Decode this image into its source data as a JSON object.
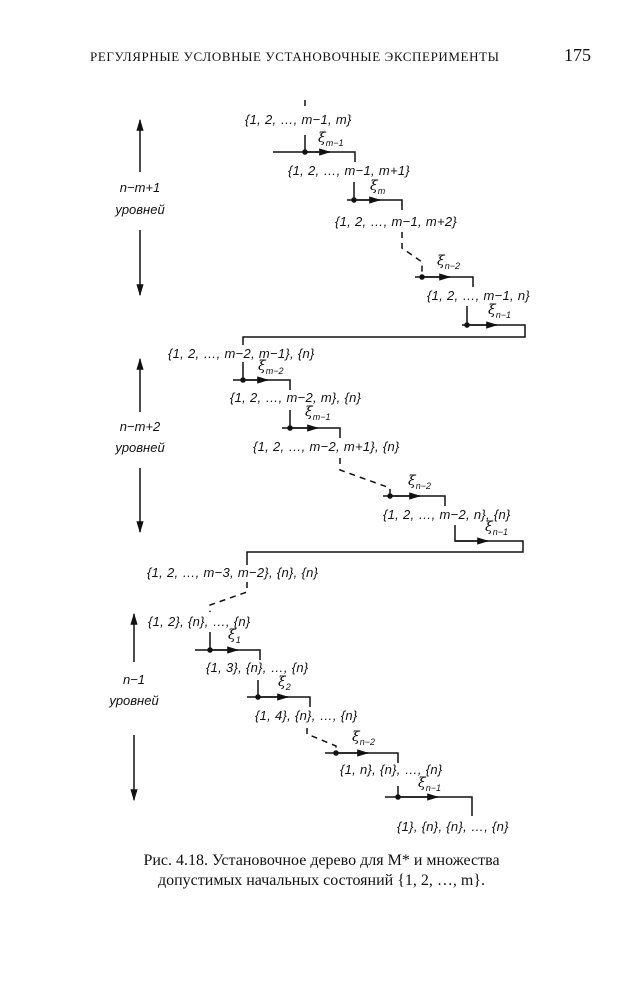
{
  "header": {
    "running_title": "РЕГУЛЯРНЫЕ УСЛОВНЫЕ УСТАНОВОЧНЫЕ ЭКСПЕРИМЕНТЫ",
    "page_number": "175"
  },
  "levels": [
    {
      "count": "n−m+1",
      "word": "уровней"
    },
    {
      "count": "n−m+2",
      "word": "уровней"
    },
    {
      "count": "n−1",
      "word": "уровней"
    }
  ],
  "nodes": [
    "{1, 2, …, m−1, m}",
    "{1, 2, …, m−1, m+1}",
    "{1, 2, …, m−1, m+2}",
    "{1, 2, …, m−1, n}",
    "{1, 2, …, m−2, m−1}, {n}",
    "{1, 2, …, m−2, m}, {n}",
    "{1, 2, …, m−2, m+1}, {n}",
    "{1, 2, …, m−2, n}, {n}",
    "{1, 2, …, m−3, m−2}, {n}, {n}",
    "{1, 2}, {n}, …, {n}",
    "{1, 3}, {n}, …, {n}",
    "{1, 4}, {n}, …, {n}",
    "{1, n}, {n}, …, {n}",
    "{1}, {n}, {n}, …, {n}"
  ],
  "inputs": [
    {
      "sym": "ξ",
      "sub": "m−1"
    },
    {
      "sym": "ξ",
      "sub": "m"
    },
    {
      "sym": "ξ",
      "sub": "n−2"
    },
    {
      "sym": "ξ",
      "sub": "n−1"
    },
    {
      "sym": "ξ",
      "sub": "m−2"
    },
    {
      "sym": "ξ",
      "sub": "m−1"
    },
    {
      "sym": "ξ",
      "sub": "n−2"
    },
    {
      "sym": "ξ",
      "sub": "n−1"
    },
    {
      "sym": "ξ",
      "sub": "1"
    },
    {
      "sym": "ξ",
      "sub": "2"
    },
    {
      "sym": "ξ",
      "sub": "n−2"
    },
    {
      "sym": "ξ",
      "sub": "n−1"
    }
  ],
  "caption": {
    "line1": "Рис. 4.18. Установочное дерево для M* и множества",
    "line2": "допустимых начальных состояний {1, 2, …, m}."
  }
}
